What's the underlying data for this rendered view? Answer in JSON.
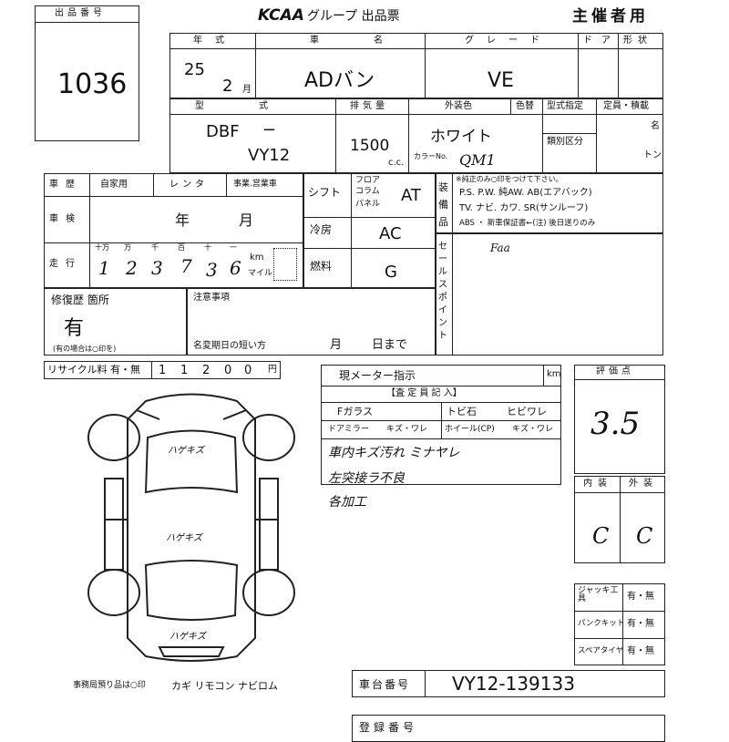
{
  "lot": {
    "label": "出品番号",
    "number": "1036"
  },
  "header": {
    "logo": "KCAA",
    "title": "グループ 出品票",
    "role": "主催者用"
  },
  "car": {
    "year_label": "年式",
    "year": "25",
    "month": "2",
    "month_unit": "月",
    "name_label": "車名",
    "name": "ADバン",
    "grade_label": "グレード",
    "grade": "VE",
    "doors_label": "ドア",
    "shape_label": "形状",
    "model_label": "型式",
    "model_prefix": "DBF",
    "model_dash": "−",
    "model_code": "VY12",
    "displacement_label": "排気量",
    "displacement": "1500",
    "cc_unit": "c.c.",
    "color_label": "外装色",
    "color": "ホワイト",
    "color_no_label": "カラーNo.",
    "color_no": "QM1",
    "color_tone_label": "色替",
    "type_spec_label": "型式指定",
    "category_label": "類別区分",
    "capacity_label": "定員・積載",
    "capacity_unit1": "名",
    "capacity_unit2": "トン"
  },
  "history": {
    "label": "車歴",
    "options": [
      "自家用",
      "レンタ",
      "事業.営業車"
    ],
    "inspection_label": "車検",
    "inspection_year": "年",
    "inspection_month": "月",
    "mileage_label": "走行",
    "mileage_units": [
      "十万",
      "万",
      "千",
      "百",
      "十",
      "一"
    ],
    "mileage_digits": [
      "1",
      "2",
      "3",
      "7",
      "3",
      "6"
    ],
    "km_unit": "km",
    "mile_unit": "マイル"
  },
  "drive": {
    "shift_label": "シフト",
    "column_label": "コラム",
    "floor_label": "フロア",
    "panel_label": "パネル",
    "shift": "AT",
    "ac_label": "冷房",
    "ac": "AC",
    "fuel_label": "燃料",
    "fuel": "G"
  },
  "equipment": {
    "label": "装備品",
    "note": "※純正のみ○印をつけて下さい。",
    "line1": "P.S. P.W. 純AW. AB(エアバック)",
    "line2": "TV. ナビ. カワ. SR(サンルーフ)",
    "line3": "ABS ・ 新車保証書←(注) 後日送りのみ"
  },
  "sales_point": {
    "label": "セールスポイント",
    "text": "Faa"
  },
  "repair": {
    "label": "修復歴 箇所",
    "value": "有",
    "note": "(有の場合は○印を)"
  },
  "caution": {
    "label": "注意事項",
    "change_label": "名変期日の短い方",
    "month": "月",
    "day": "日まで"
  },
  "recycle": {
    "label": "リサイクル料 有・無",
    "digits": [
      "1",
      "1",
      "2",
      "0",
      "0"
    ],
    "unit": "円"
  },
  "meter": {
    "label": "現メーター指示",
    "km": "km"
  },
  "inspection": {
    "title": "【査 定 員 記 入】",
    "items": [
      "Fガラス",
      "トビ石",
      "ヒビワレ",
      "ドアミラー",
      "キズ・ワレ",
      "ホイール(CP)",
      "キズ・ワレ"
    ],
    "notes": [
      "車内キズ汚れ ミナヤレ",
      "左突接ラ不良",
      "各加工"
    ]
  },
  "diagram": {
    "marks": [
      "ハゲキズ",
      "ハゲキズ",
      "ハゲキズ"
    ]
  },
  "scores": {
    "overall_label": "評価点",
    "overall": "3.5",
    "interior_label": "内装",
    "interior": "C",
    "exterior_label": "外装",
    "exterior": "C"
  },
  "tools": [
    {
      "label": "ジャッキ工具",
      "value": "有・無"
    },
    {
      "label": "パンクキット",
      "value": "有・無"
    },
    {
      "label": "スペアタイヤ",
      "value": "有・無"
    }
  ],
  "office": {
    "note": "事務局預り品は○印",
    "items": "カギ リモコン ナビロム"
  },
  "chassis": {
    "label": "車台番号",
    "value": "VY12-139133"
  },
  "bottom": {
    "label": "登録番号"
  }
}
